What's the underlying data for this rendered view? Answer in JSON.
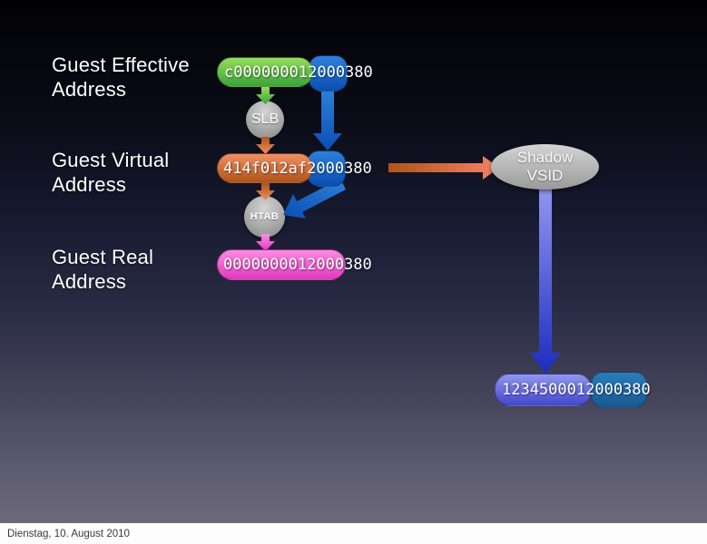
{
  "footer": {
    "date": "Dienstag, 10. August 2010"
  },
  "labels": [
    {
      "line1": "Guest Effective",
      "line2": "Address"
    },
    {
      "line1": "Guest Virtual",
      "line2": "Address"
    },
    {
      "line1": "Guest Real",
      "line2": "Address"
    }
  ],
  "nodes": {
    "slb": "SLB",
    "htab": "HTAB",
    "shadow": {
      "line1": "Shadow",
      "line2": "VSID"
    }
  },
  "addresses": {
    "effective": "c000000012000380",
    "virtual": "414f012af2000380",
    "real": "0000000012000380",
    "shadow": "1234500012000380"
  },
  "colors": {
    "green_light": "#96dd5c",
    "green_dark": "#3aa339",
    "blue_light": "#2e80da",
    "blue_dark": "#0a4eb2",
    "orange_light": "#f09065",
    "orange_dark": "#b05418",
    "pink_light": "#fc8ce2",
    "pink_dark": "#e238c0",
    "purple_light": "#9196ef",
    "purple_dark": "#4347cd",
    "teal_light": "#2b7cbc",
    "teal_dark": "#18598f",
    "gray_node_light": "#d4d4d4",
    "gray_node_dark": "#858585",
    "arrow_blue_deep": "#1c2cc0",
    "bg_top": "#020205",
    "bg_bottom": "#6c6979",
    "footer_text": "#3a3a3a"
  }
}
